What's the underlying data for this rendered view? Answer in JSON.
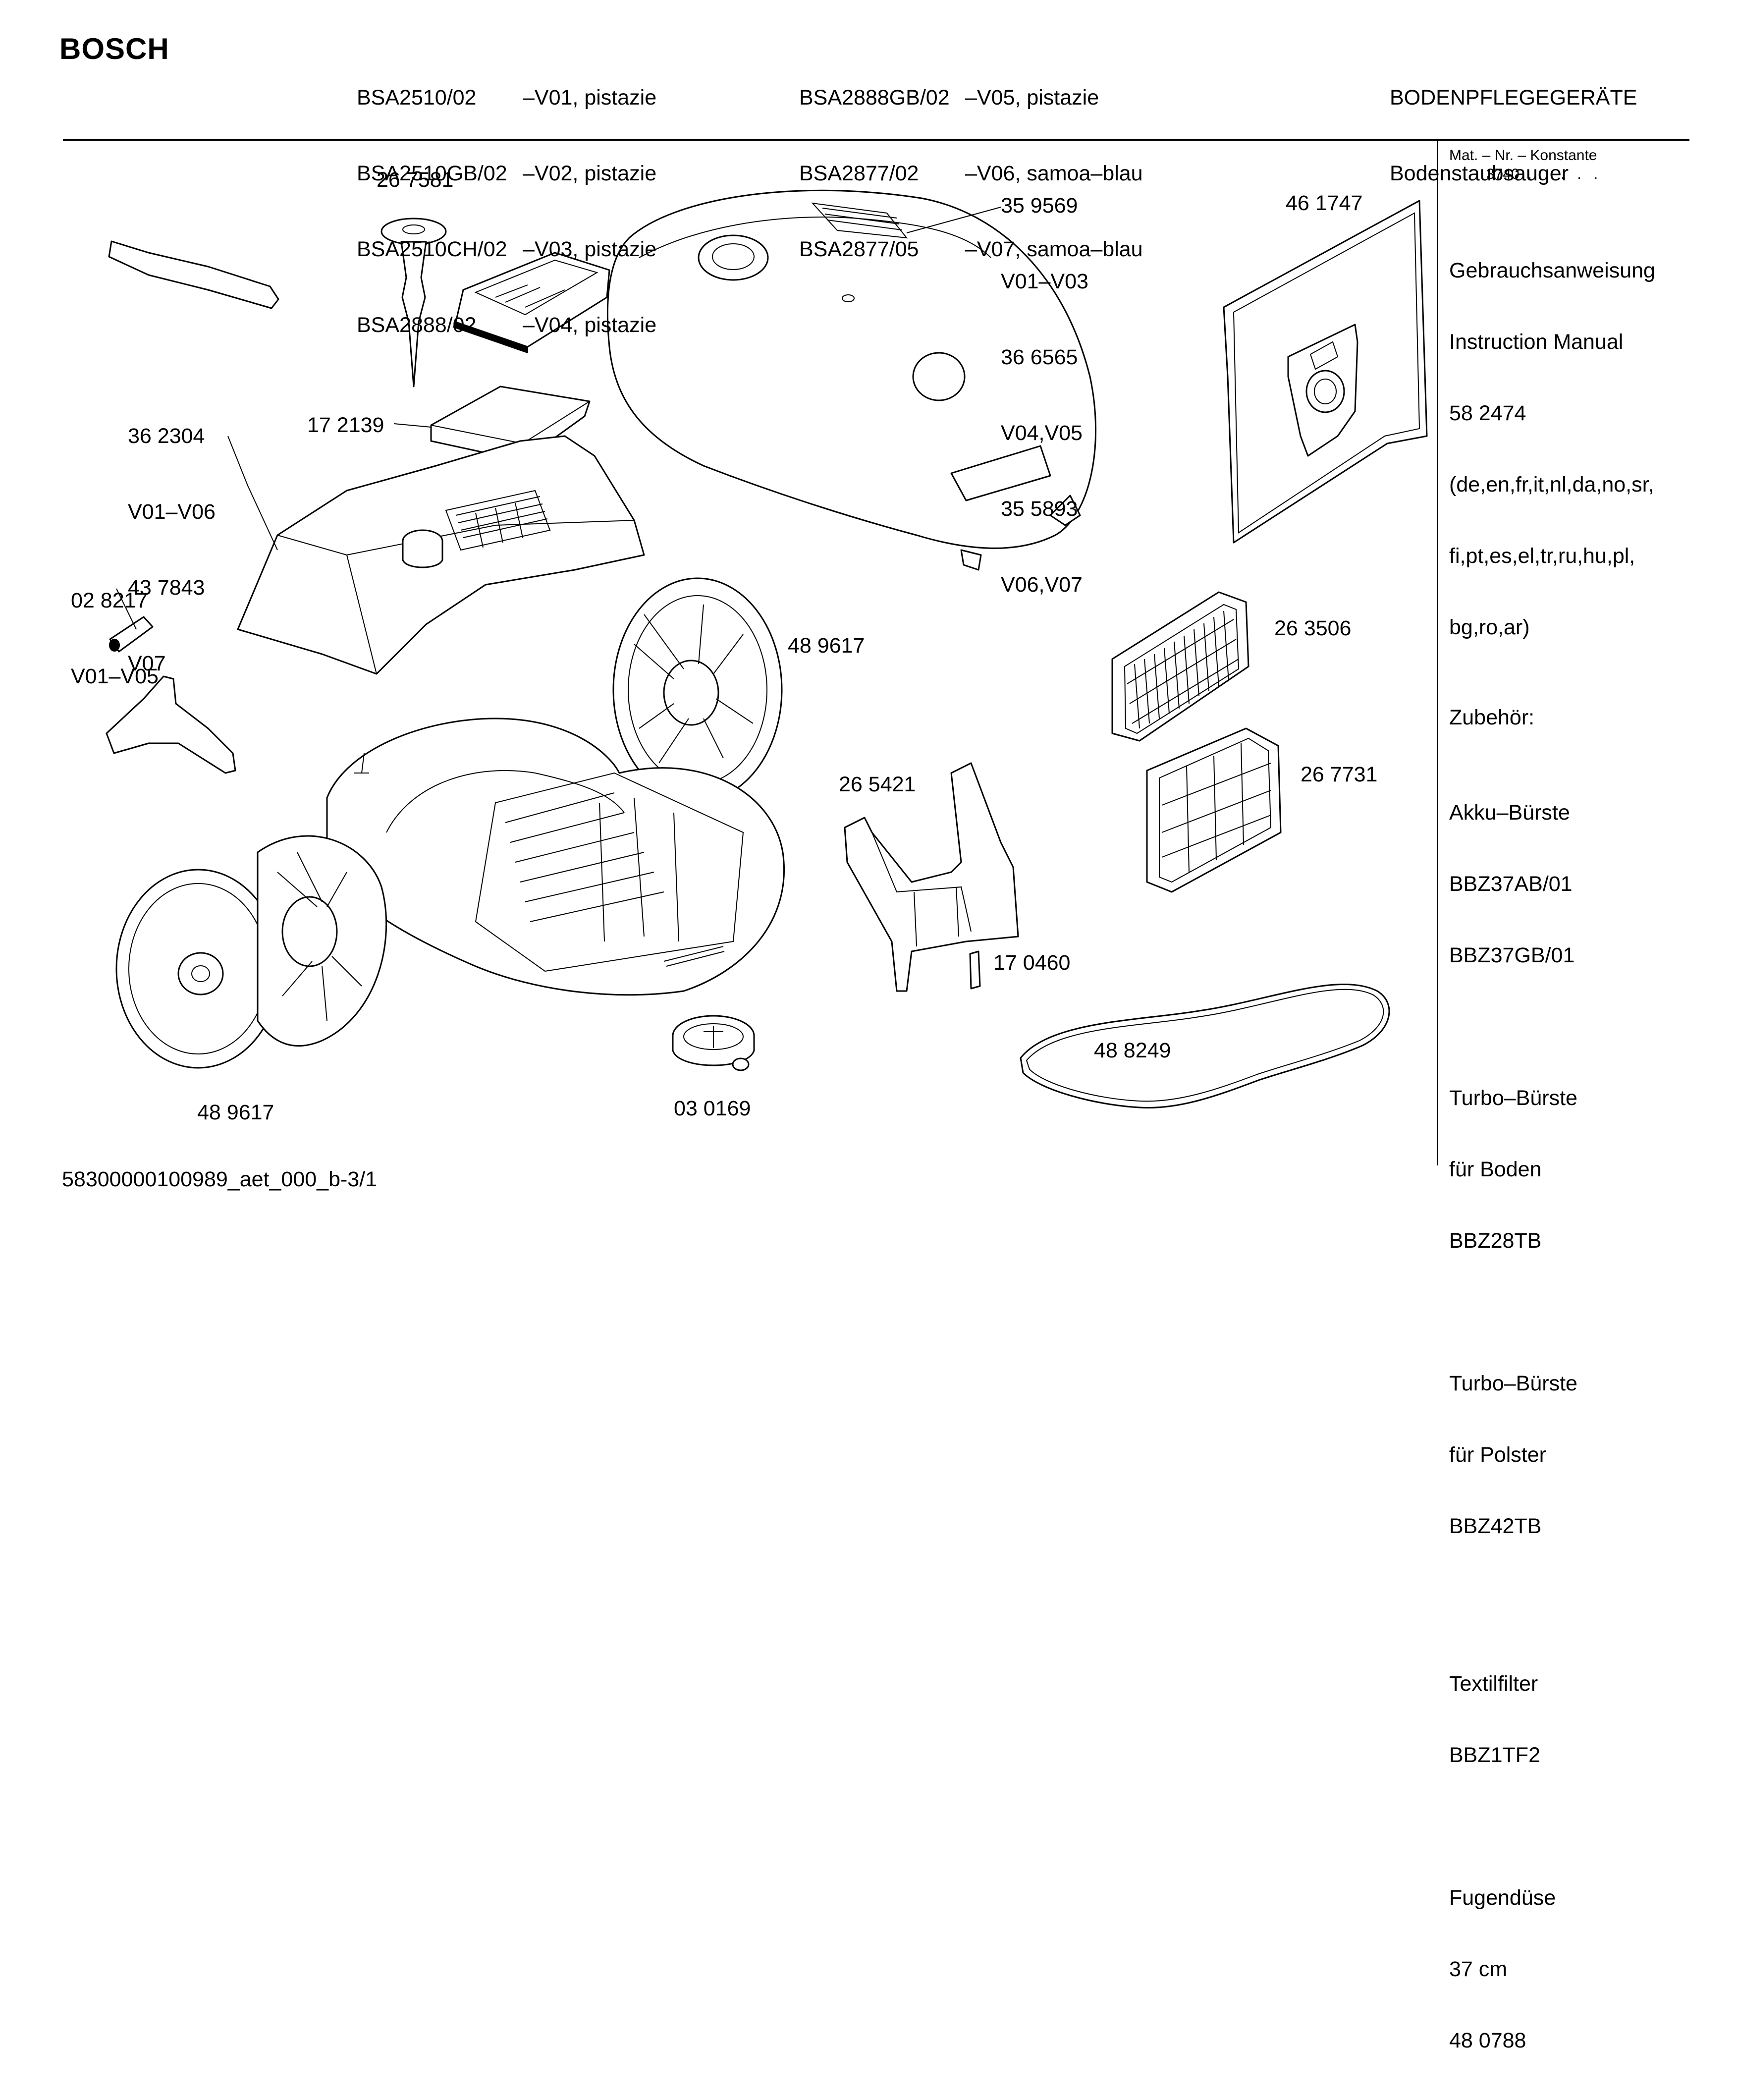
{
  "brand": "BOSCH",
  "models": [
    {
      "model": "BSA2510/02",
      "variant": "–V01, pistazie"
    },
    {
      "model": "BSA2510GB/02",
      "variant": "–V02, pistazie"
    },
    {
      "model": "BSA2510CH/02",
      "variant": "–V03, pistazie"
    },
    {
      "model": "BSA2888/02",
      "variant": "–V04, pistazie"
    },
    {
      "model": "BSA2888GB/02",
      "variant": "–V05, pistazie"
    },
    {
      "model": "BSA2877/02",
      "variant": "–V06, samoa–blau"
    },
    {
      "model": "BSA2877/05",
      "variant": "–V07, samoa–blau"
    }
  ],
  "category": {
    "title": "BODENPFLEGEGERÄTE",
    "subtitle": "Bodenstaubsauger"
  },
  "side_panel": {
    "mat_label": "Mat. – Nr. – Konstante",
    "mat_value": "3740  .   .   .   .   .",
    "manual": [
      "Gebrauchsanweisung",
      "Instruction Manual",
      "58 2474",
      "(de,en,fr,it,nl,da,no,sr,",
      "fi,pt,es,el,tr,ru,hu,pl,",
      "bg,ro,ar)"
    ],
    "accessories_title": "Zubehör:",
    "accessories": [
      [
        "Akku–Bürste",
        "BBZ37AB/01",
        "BBZ37GB/01"
      ],
      [
        "Turbo–Bürste",
        "für Boden",
        "BBZ28TB"
      ],
      [
        "Turbo–Bürste",
        "für Polster",
        "BBZ42TB"
      ],
      [
        "Textilfilter",
        "BBZ1TF2"
      ],
      [
        "Fugendüse",
        "37 cm",
        "48 0788"
      ]
    ]
  },
  "parts": {
    "p267581": "26 7581",
    "p359569": [
      "35 9569",
      "V01–V03",
      "36 6565",
      "V04,V05",
      "35 5893",
      "V06,V07"
    ],
    "p461747": "46 1747",
    "p362304": [
      "36 2304",
      "V01–V06",
      "43 7843",
      "V07"
    ],
    "p172139": "17 2139",
    "p028217": [
      "02 8217",
      "V01–V05"
    ],
    "p489617_top": "48 9617",
    "p263506": "26 3506",
    "p265421": "26 5421",
    "p267731": "26 7731",
    "p170460": "17 0460",
    "p488249": "48 8249",
    "p489617_bottom": "48 9617",
    "p030169": "03 0169"
  },
  "footer": "58300000100989_aet_000_b-3/1"
}
